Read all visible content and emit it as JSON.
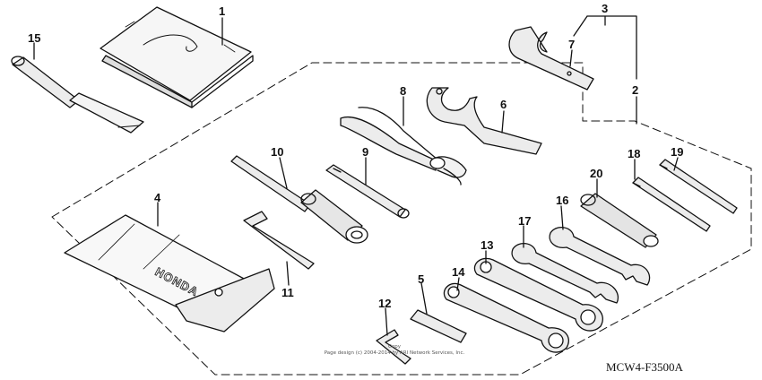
{
  "diagram": {
    "code": "MCW4-F3500A",
    "copyright_line1": "Copy",
    "copyright_line2": "Page design (c) 2004-2014 by ARI Network Services, Inc.",
    "bag_text": "HONDA",
    "stroke_color": "#111111",
    "part_fill": "#ececec",
    "callouts": {
      "p1": "1",
      "p2": "2",
      "p3": "3",
      "p4": "4",
      "p5": "5",
      "p6": "6",
      "p7": "7",
      "p8": "8",
      "p9": "9",
      "p10": "10",
      "p11": "11",
      "p12": "12",
      "p13": "13",
      "p14": "14",
      "p15": "15",
      "p16": "16",
      "p17": "17",
      "p18": "18",
      "p19": "19",
      "p20": "20"
    }
  }
}
